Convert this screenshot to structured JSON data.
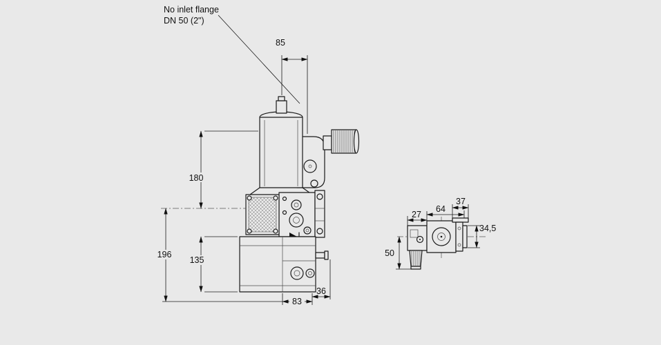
{
  "colors": {
    "background": "#e9e9e9",
    "ink": "#1a1a1a"
  },
  "annotation": {
    "line1": "No inlet flange",
    "line2": "DN 50 (2\")"
  },
  "dims": {
    "d85": "85",
    "d180": "180",
    "d196": "196",
    "d135": "135",
    "d83": "83",
    "d36": "36"
  },
  "side_dims": {
    "d37": "37",
    "d64": "64",
    "d27": "27",
    "d34_5": "34,5",
    "d50": "50"
  }
}
